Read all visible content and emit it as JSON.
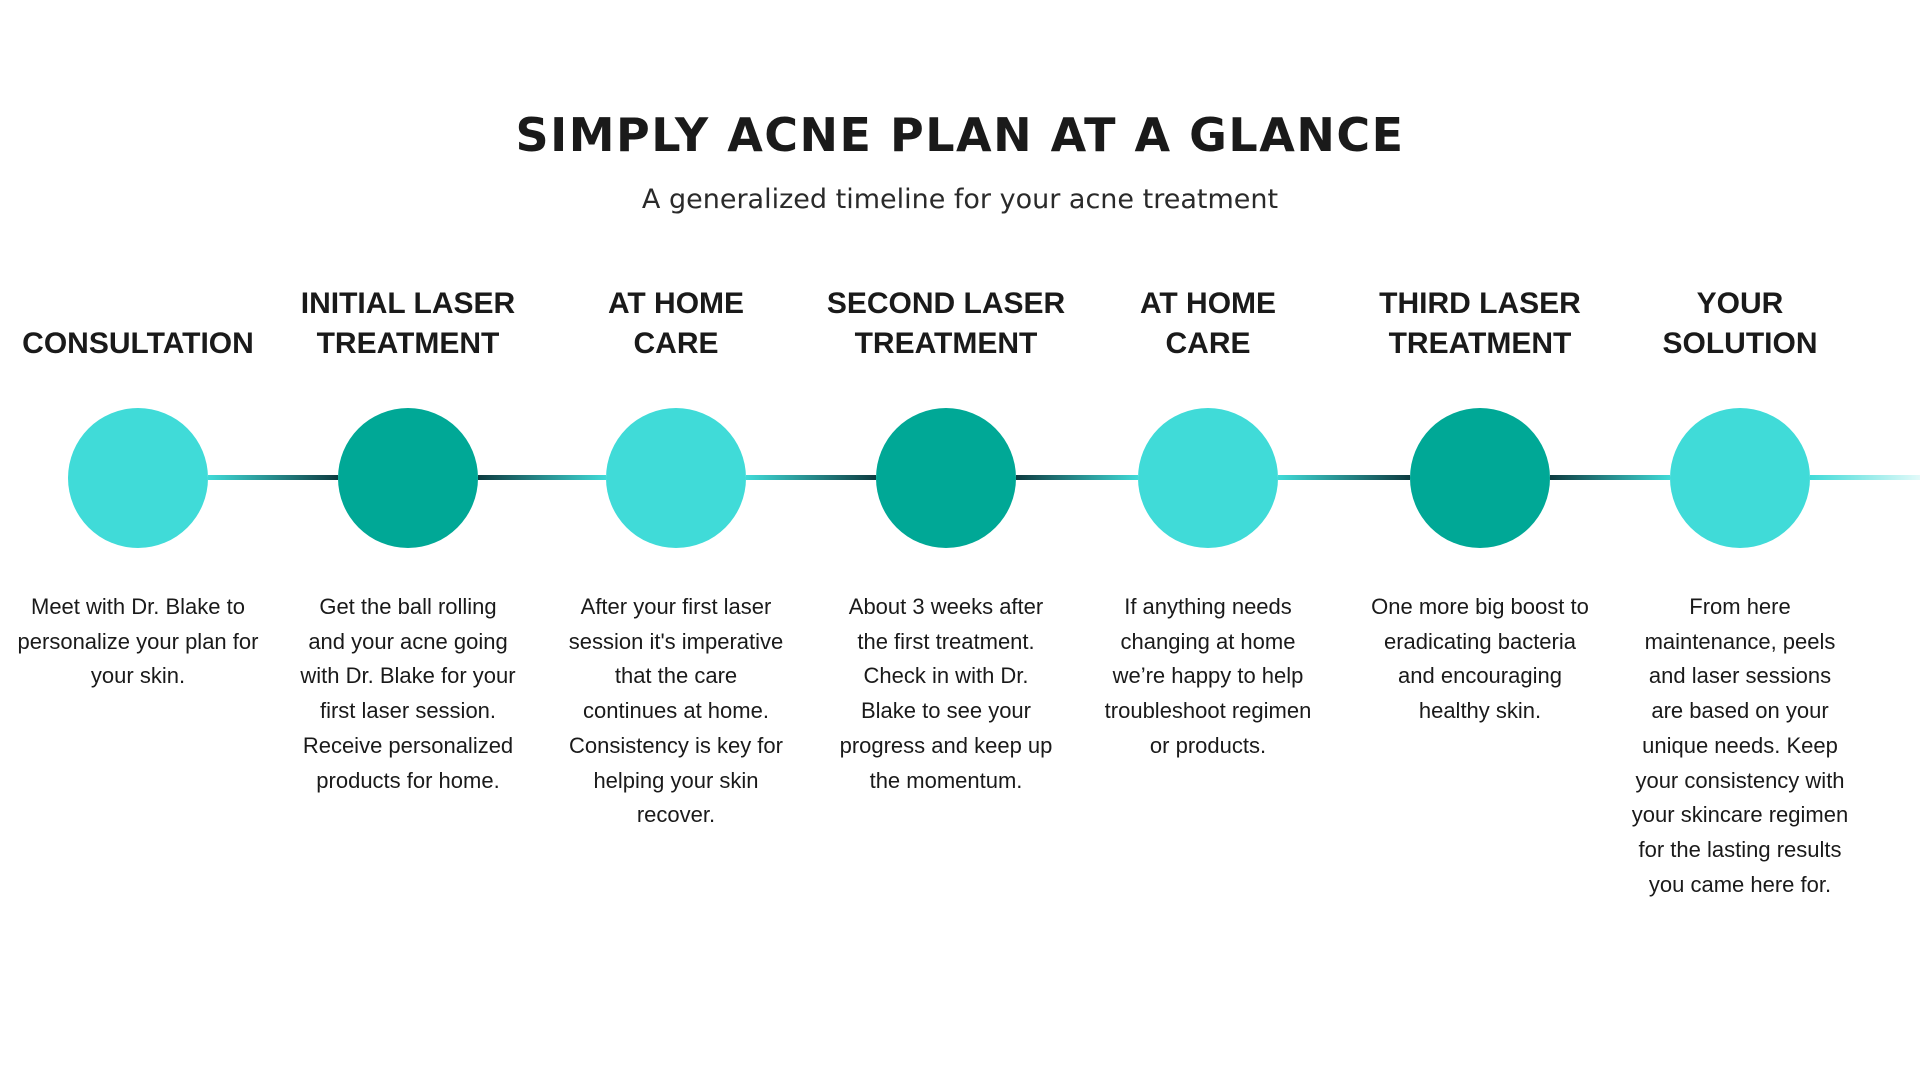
{
  "header": {
    "title": "SIMPLY ACNE PLAN AT A GLANCE",
    "subtitle": "A generalized timeline for your acne treatment"
  },
  "colors": {
    "light_teal": "#40dbd8",
    "dark_teal": "#00a896",
    "connector_dark": "#0d3b40",
    "text": "#1a1a1a"
  },
  "steps": [
    {
      "title": "CONSULTATION",
      "description": "Meet with Dr. Blake to personalize your plan for your skin.",
      "node_color": "light"
    },
    {
      "title": "INITIAL LASER\nTREATMENT",
      "description": "Get the ball rolling and your acne going with Dr. Blake for your first laser session. Receive personalized products for home.",
      "node_color": "dark"
    },
    {
      "title": "AT HOME\nCARE",
      "description": "After your first laser session it's imperative that the care continues at home. Consistency is key for helping your skin recover.",
      "node_color": "light"
    },
    {
      "title": "SECOND LASER\nTREATMENT",
      "description": "About 3 weeks after the first treatment. Check in with Dr. Blake to see your progress and keep up the momentum.",
      "node_color": "dark"
    },
    {
      "title": "AT HOME\nCARE",
      "description": "If anything needs changing at home we’re happy to help troubleshoot regimen or products.",
      "node_color": "light"
    },
    {
      "title": "THIRD LASER\nTREATMENT",
      "description": "One more big boost to eradicating bacteria and encouraging healthy skin.",
      "node_color": "dark"
    },
    {
      "title": "YOUR\nSOLUTION",
      "description": "From here maintenance, peels and laser sessions are based on your unique needs. Keep your consistency with your skincare regimen for the lasting results you came here for.",
      "node_color": "light"
    }
  ]
}
